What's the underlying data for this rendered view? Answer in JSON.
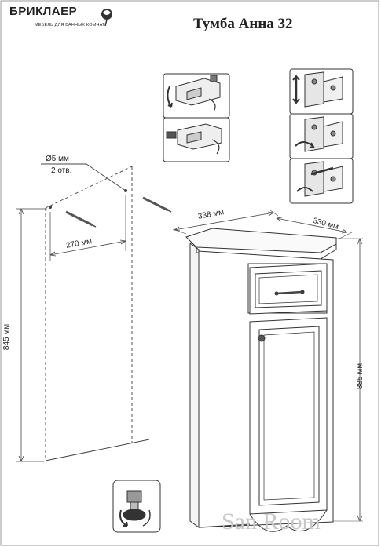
{
  "brand": {
    "name": "БРИКЛАЕР",
    "tagline": "МЕБЕЛЬ ДЛЯ ВАННЫХ КОМНАТ"
  },
  "title": "Тумба Анна 32",
  "dimensions": {
    "hole_diameter": "Ø5 мм",
    "hole_count": "2 отв.",
    "hole_spacing": "270 мм",
    "mount_height": "845 мм",
    "width": "338 мм",
    "depth": "330 мм",
    "height": "885 мм"
  },
  "watermark": "San Room"
}
